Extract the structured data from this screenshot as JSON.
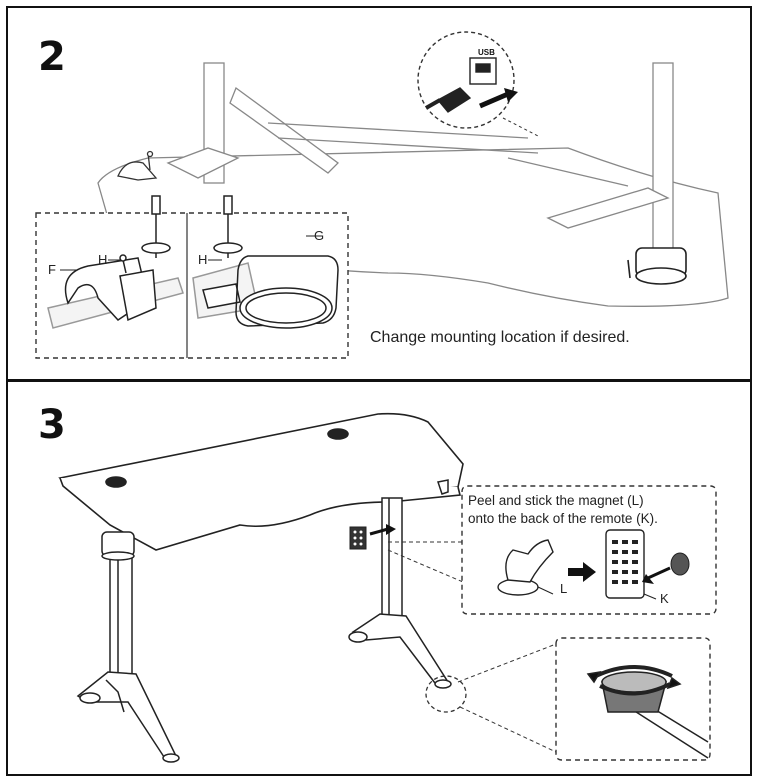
{
  "step2": {
    "number": "2",
    "caption": "Change mounting location if desired.",
    "usb_label": "USB",
    "part_labels": {
      "f": "F",
      "g": "G",
      "h_left": "H",
      "h_right": "H"
    }
  },
  "step3": {
    "number": "3",
    "note_line1": "Peel and stick the magnet (L)",
    "note_line2": "onto the back of the remote (K).",
    "part_labels": {
      "l": "L",
      "k": "K"
    }
  }
}
